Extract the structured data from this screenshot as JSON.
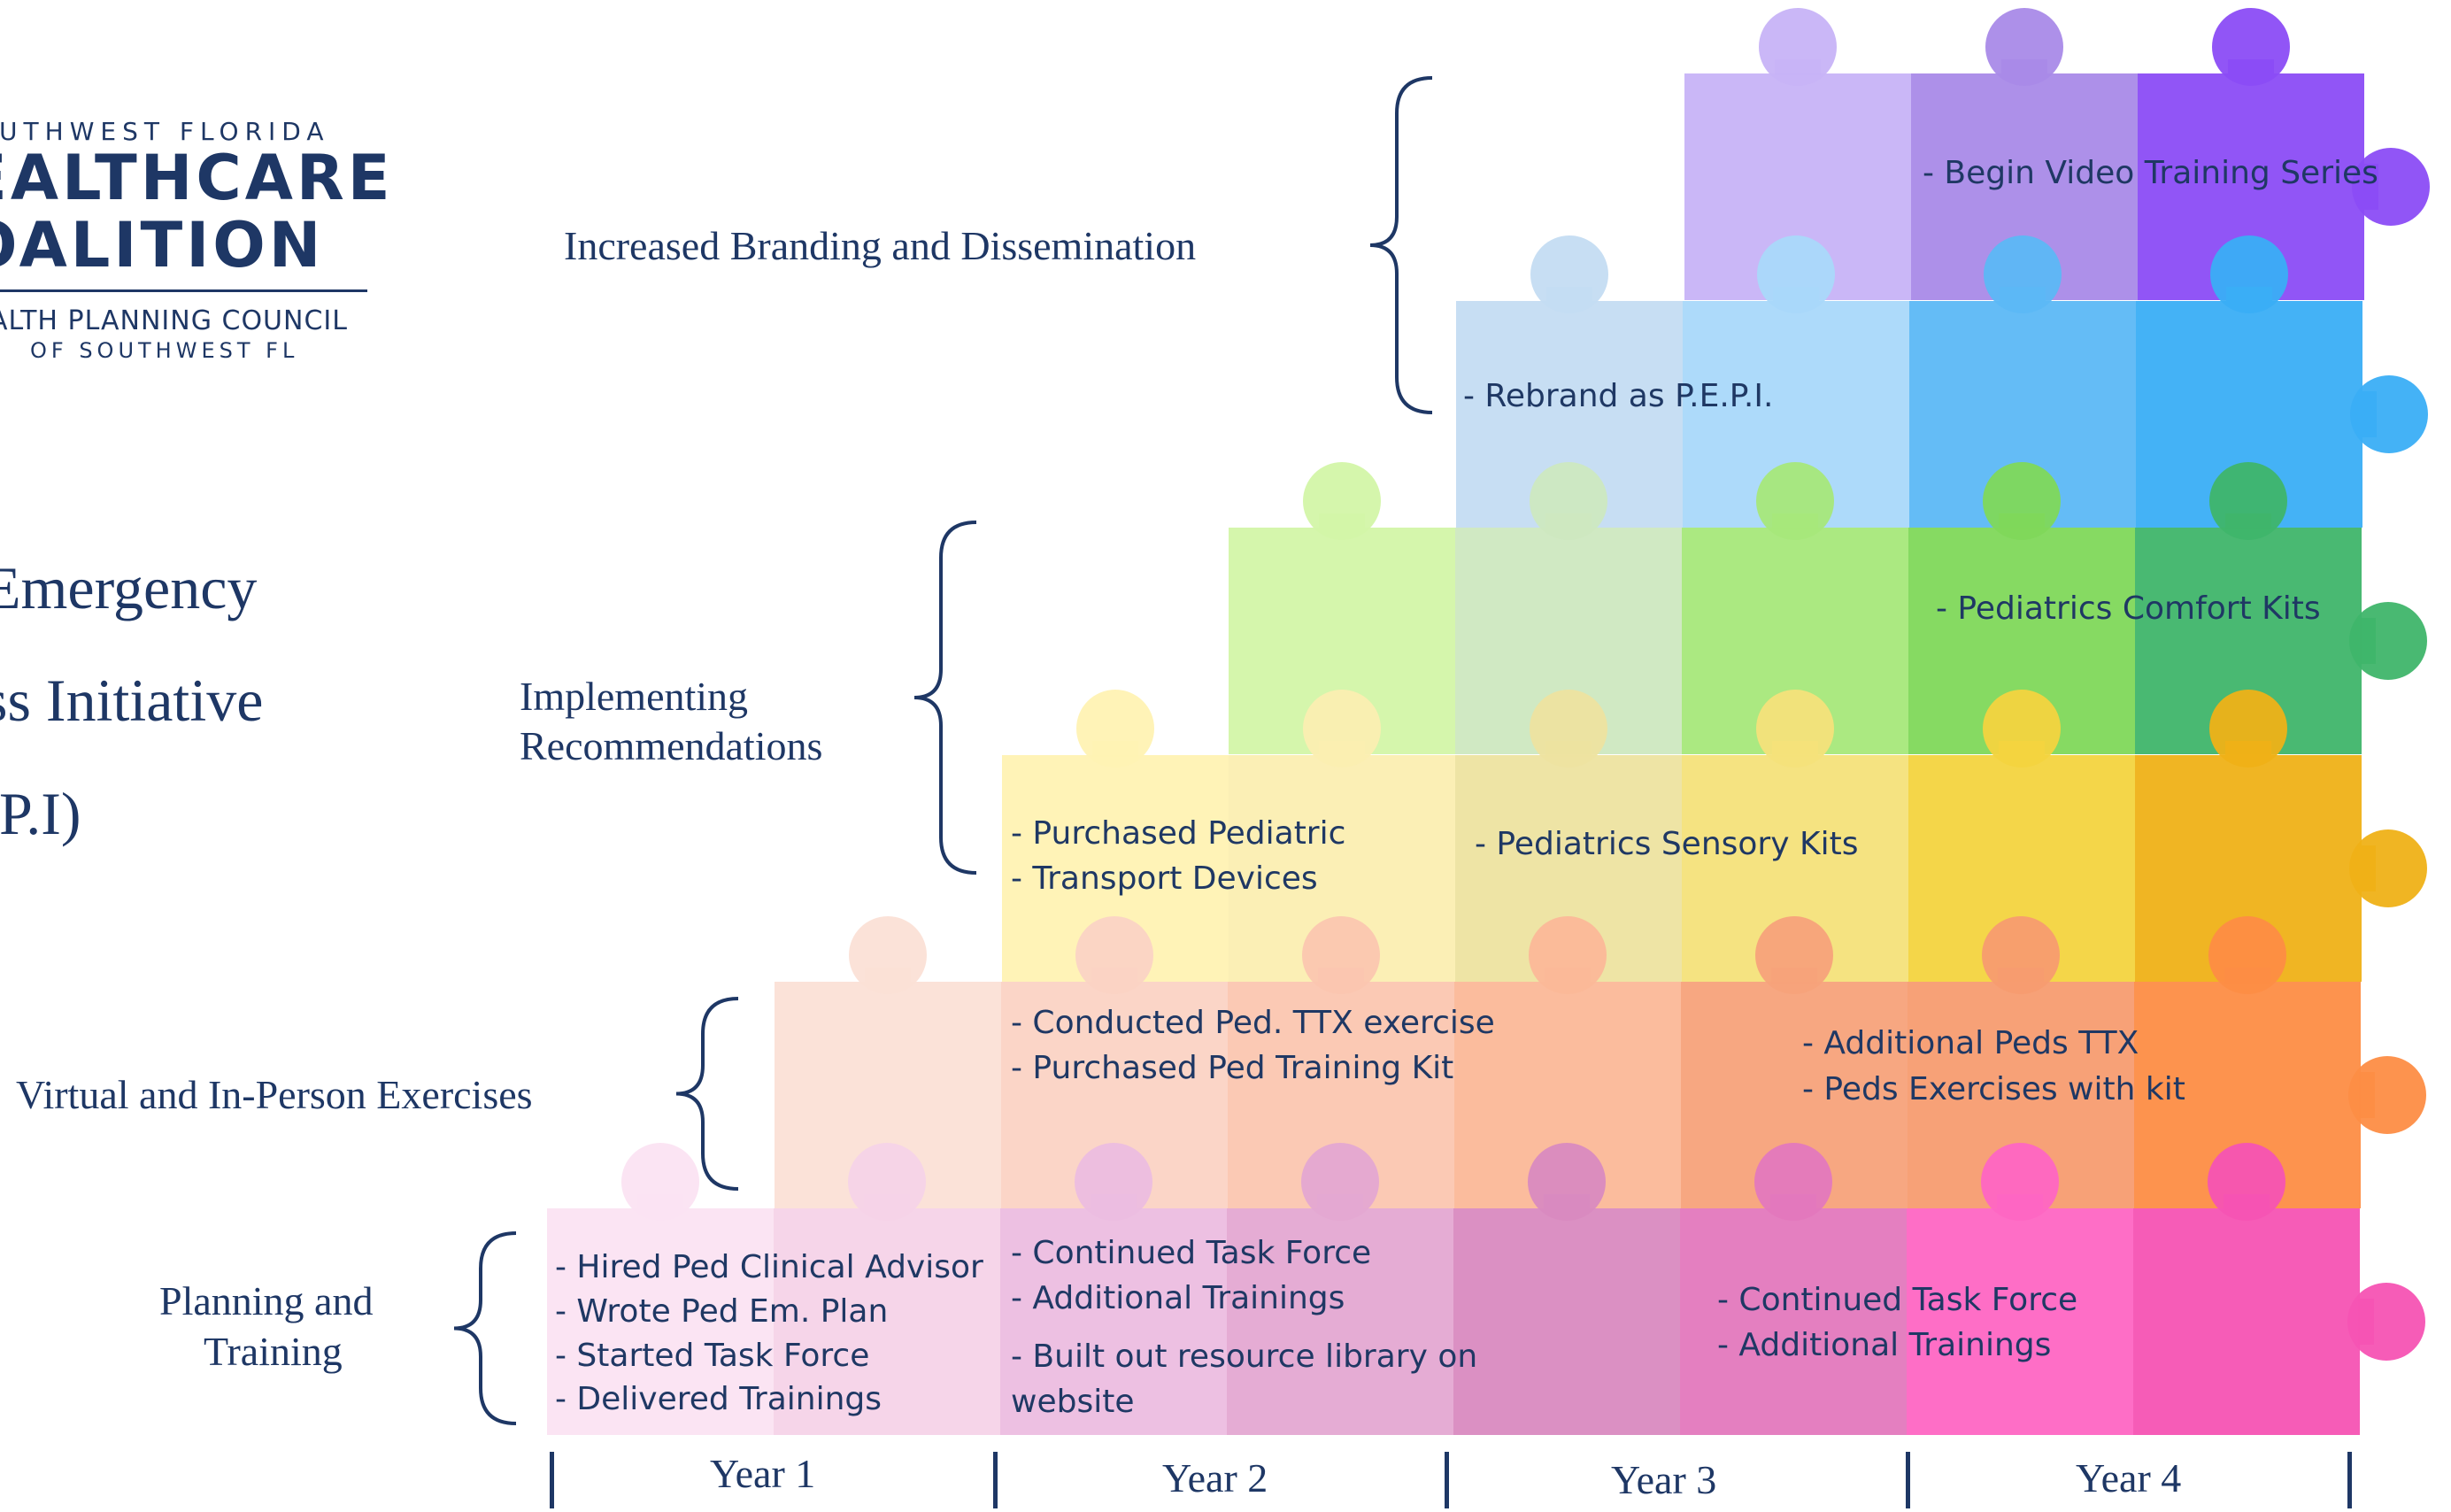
{
  "logo": {
    "line1": "OUTHWEST FLORIDA",
    "line2": "EALTHCARE",
    "line3": "OALITION",
    "line4": "ALTH PLANNING COUNCIL",
    "line5": "OF SOUTHWEST FL"
  },
  "title": {
    "line1": "Emergency",
    "line2": "ss Initiative",
    "line3": ".P.I)"
  },
  "categories": {
    "branding": "Increased Branding and Dissemination",
    "implementing": [
      "Implementing",
      "Recommendations"
    ],
    "exercises": "Virtual and In-Person Exercises",
    "planning": [
      "Planning and",
      "Training"
    ]
  },
  "notes": {
    "video": "- Begin Video Training Series",
    "rebrand": "- Rebrand as P.E.P.I.",
    "comfort": "- Pediatrics Comfort Kits",
    "transport": [
      "- Purchased Pediatric",
      "- Transport Devices"
    ],
    "sensory": "- Pediatrics Sensory Kits",
    "ttx": [
      "- Conducted Ped. TTX exercise",
      "- Purchased Ped Training Kit"
    ],
    "peds_ttx": [
      "- Additional Peds TTX",
      "- Peds Exercises with kit"
    ],
    "year1": [
      "- Hired Ped Clinical Advisor",
      "- Wrote Ped Em. Plan",
      "- Started Task Force",
      "- Delivered Trainings"
    ],
    "year2": [
      "- Continued Task Force",
      "- Additional Trainings",
      "- Built out resource library on",
      "website"
    ],
    "year3": [
      "- Continued Task Force",
      "- Additional Trainings"
    ]
  },
  "years": [
    "Year 1",
    "Year 2",
    "Year 3",
    "Year 4"
  ],
  "colors": {
    "navy": "#1e3765",
    "text": "#1f3864",
    "rows": {
      "branding": [
        "#c7b3f7",
        "#a98ae8",
        "#8b4cf5"
      ],
      "rebrand": [
        "#c4dcf2",
        "#a9d8fa",
        "#5cb8f5",
        "#3aaef5"
      ],
      "comfort": [
        "#d3f5a8",
        "#cde8c0",
        "#a6e87a",
        "#7fd85a",
        "#3fb56a"
      ],
      "transport": [
        "#fff2b3",
        "#fbeeb1",
        "#ede3a0",
        "#f4e27a",
        "#f3d43f",
        "#efb117"
      ],
      "exercises": [
        "#fbe0d6",
        "#fbd3c4",
        "#fbc6b0",
        "#fbb898",
        "#f7a27a",
        "#f79c70",
        "#fd8d45"
      ],
      "planning": [
        "#fbe3f2",
        "#f5d3e8",
        "#ecbde0",
        "#e4a8d2",
        "#d98ac0",
        "#e378bd",
        "#fe66c3",
        "#f653b3"
      ]
    }
  }
}
